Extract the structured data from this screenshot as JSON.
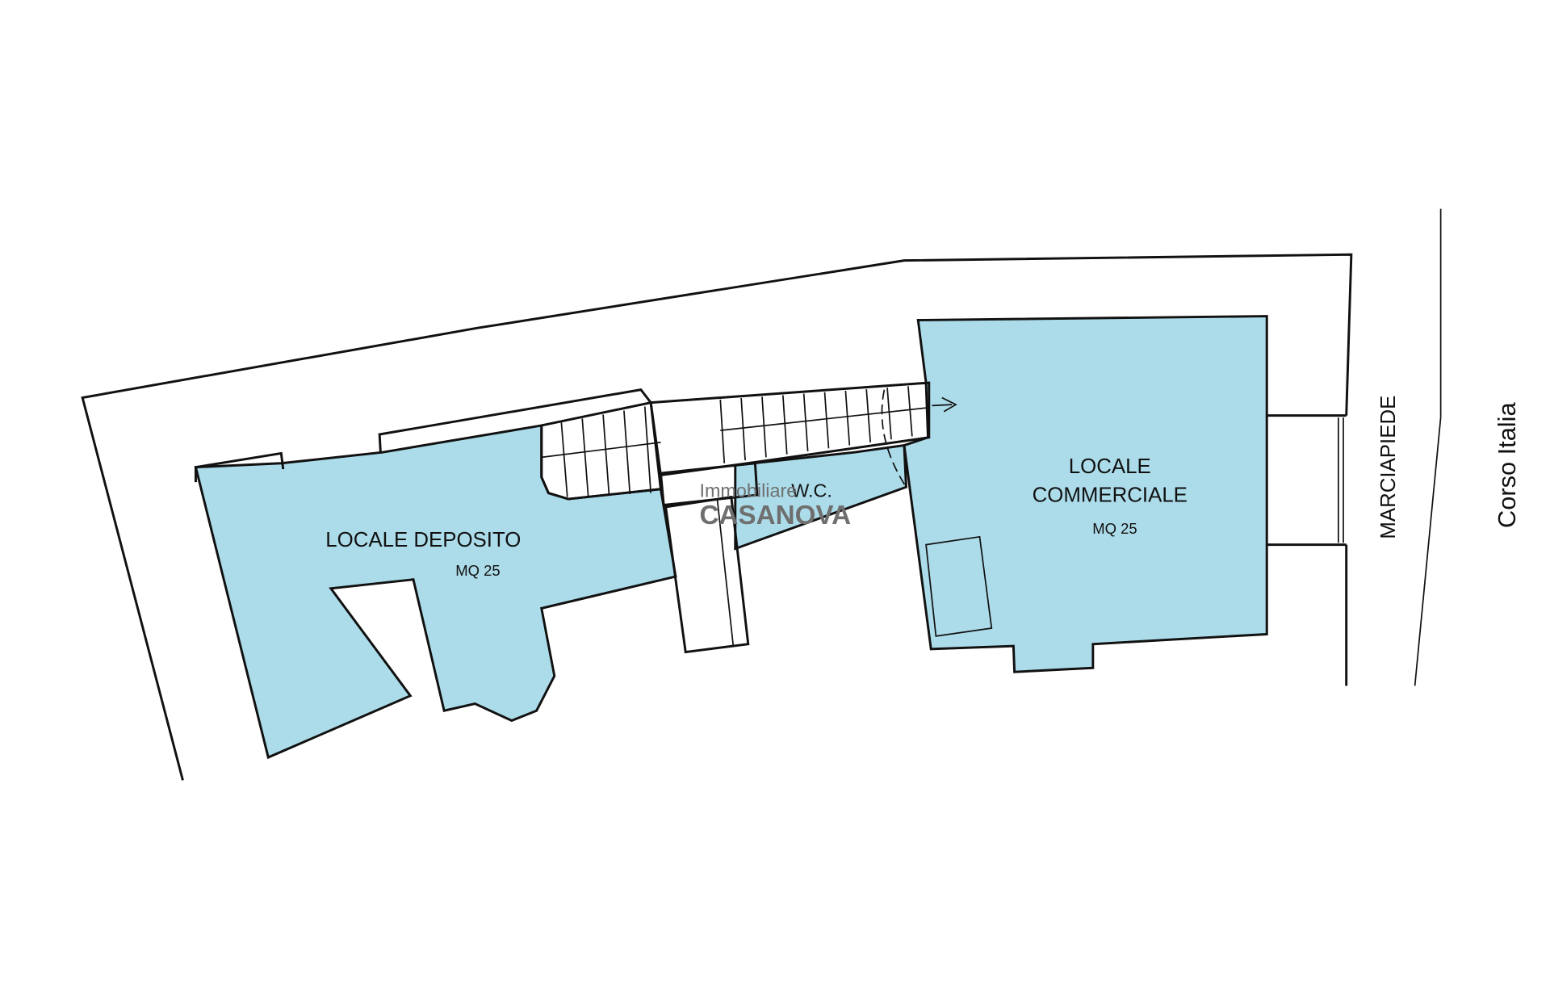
{
  "colors": {
    "room_fill": "#acdcea",
    "line": "#111111",
    "watermark": "#6f6f6f"
  },
  "rooms": {
    "deposito": {
      "name": "LOCALE DEPOSITO",
      "area": "MQ 25"
    },
    "commerciale": {
      "name_line1": "LOCALE",
      "name_line2": "COMMERCIALE",
      "area": "MQ 25"
    },
    "wc": {
      "name": "W.C."
    }
  },
  "streets": {
    "sidewalk": "MARCIAPIEDE",
    "road": "Corso Italia"
  },
  "watermark": {
    "line1": "Immobiliare",
    "line2": "CASANOVA"
  }
}
